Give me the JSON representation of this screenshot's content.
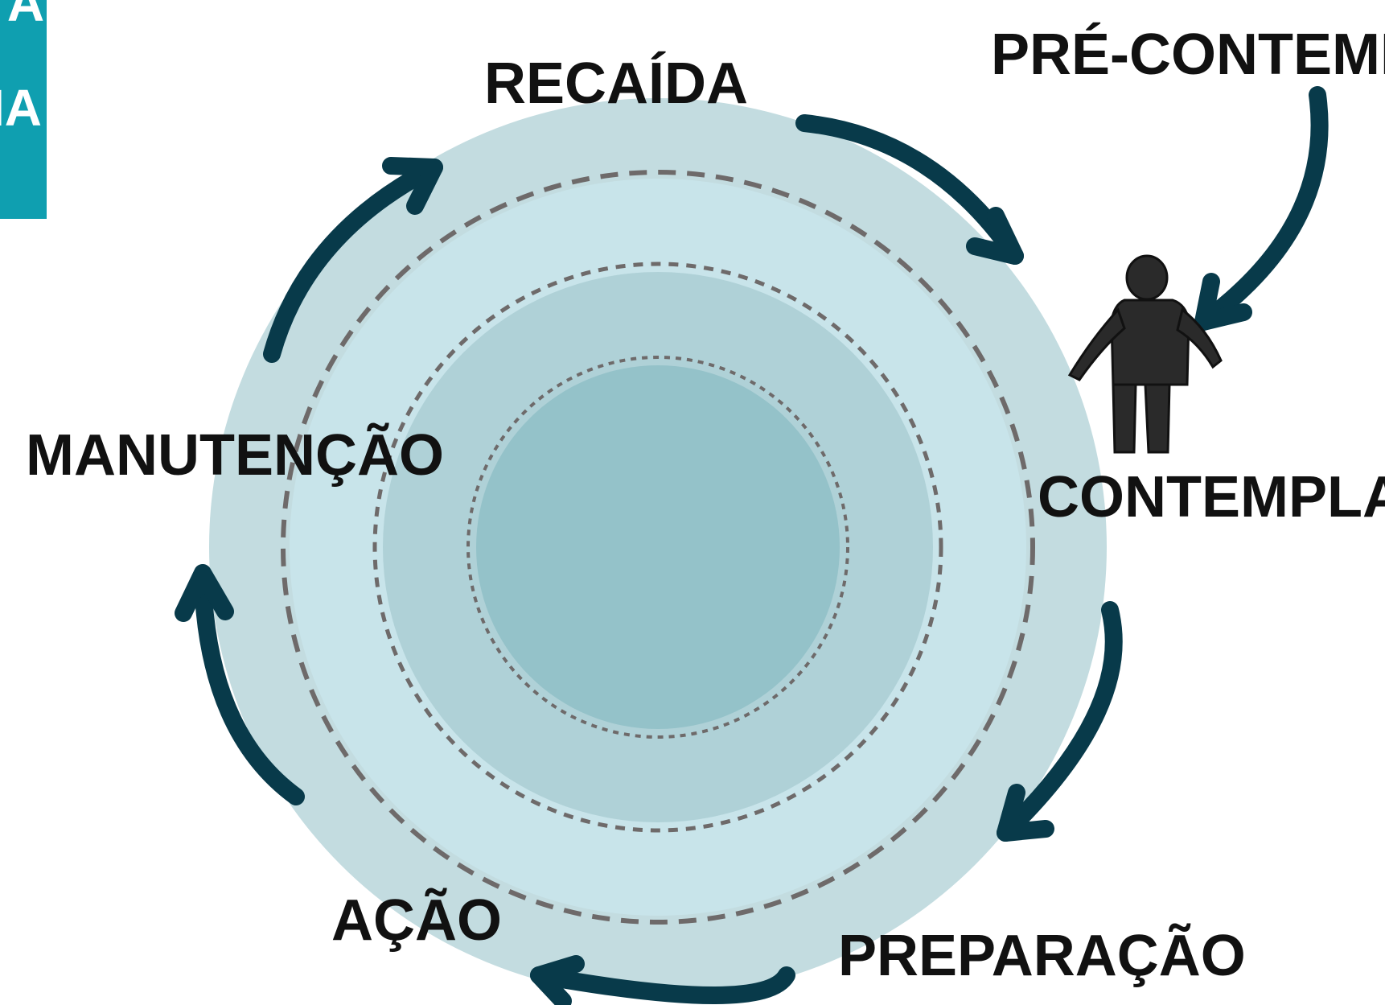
{
  "corner_tab": {
    "line1": "A",
    "line2": "IA",
    "color": "#0F9FB0"
  },
  "labels": {
    "recaida": "RECAÍDA",
    "pre_contemplacao": "PRÉ-CONTEMPLAÇÃO",
    "contemplacao": "CONTEMPLAÇÃO",
    "preparacao": "PREPARAÇÃO",
    "acao": "AÇÃO",
    "manutencao": "MANUTENÇÃO"
  },
  "colors": {
    "outer_ring": "#C3DCE0",
    "second_ring": "#C8E4EA",
    "third_ring": "#AFD1D7",
    "core": "#94C2C9",
    "dashes": "#6E6A6A",
    "arrows": "#083A4A",
    "figure": "#2A2A2A",
    "text": "#111111"
  },
  "icons": {
    "person": "person-figure-icon"
  }
}
